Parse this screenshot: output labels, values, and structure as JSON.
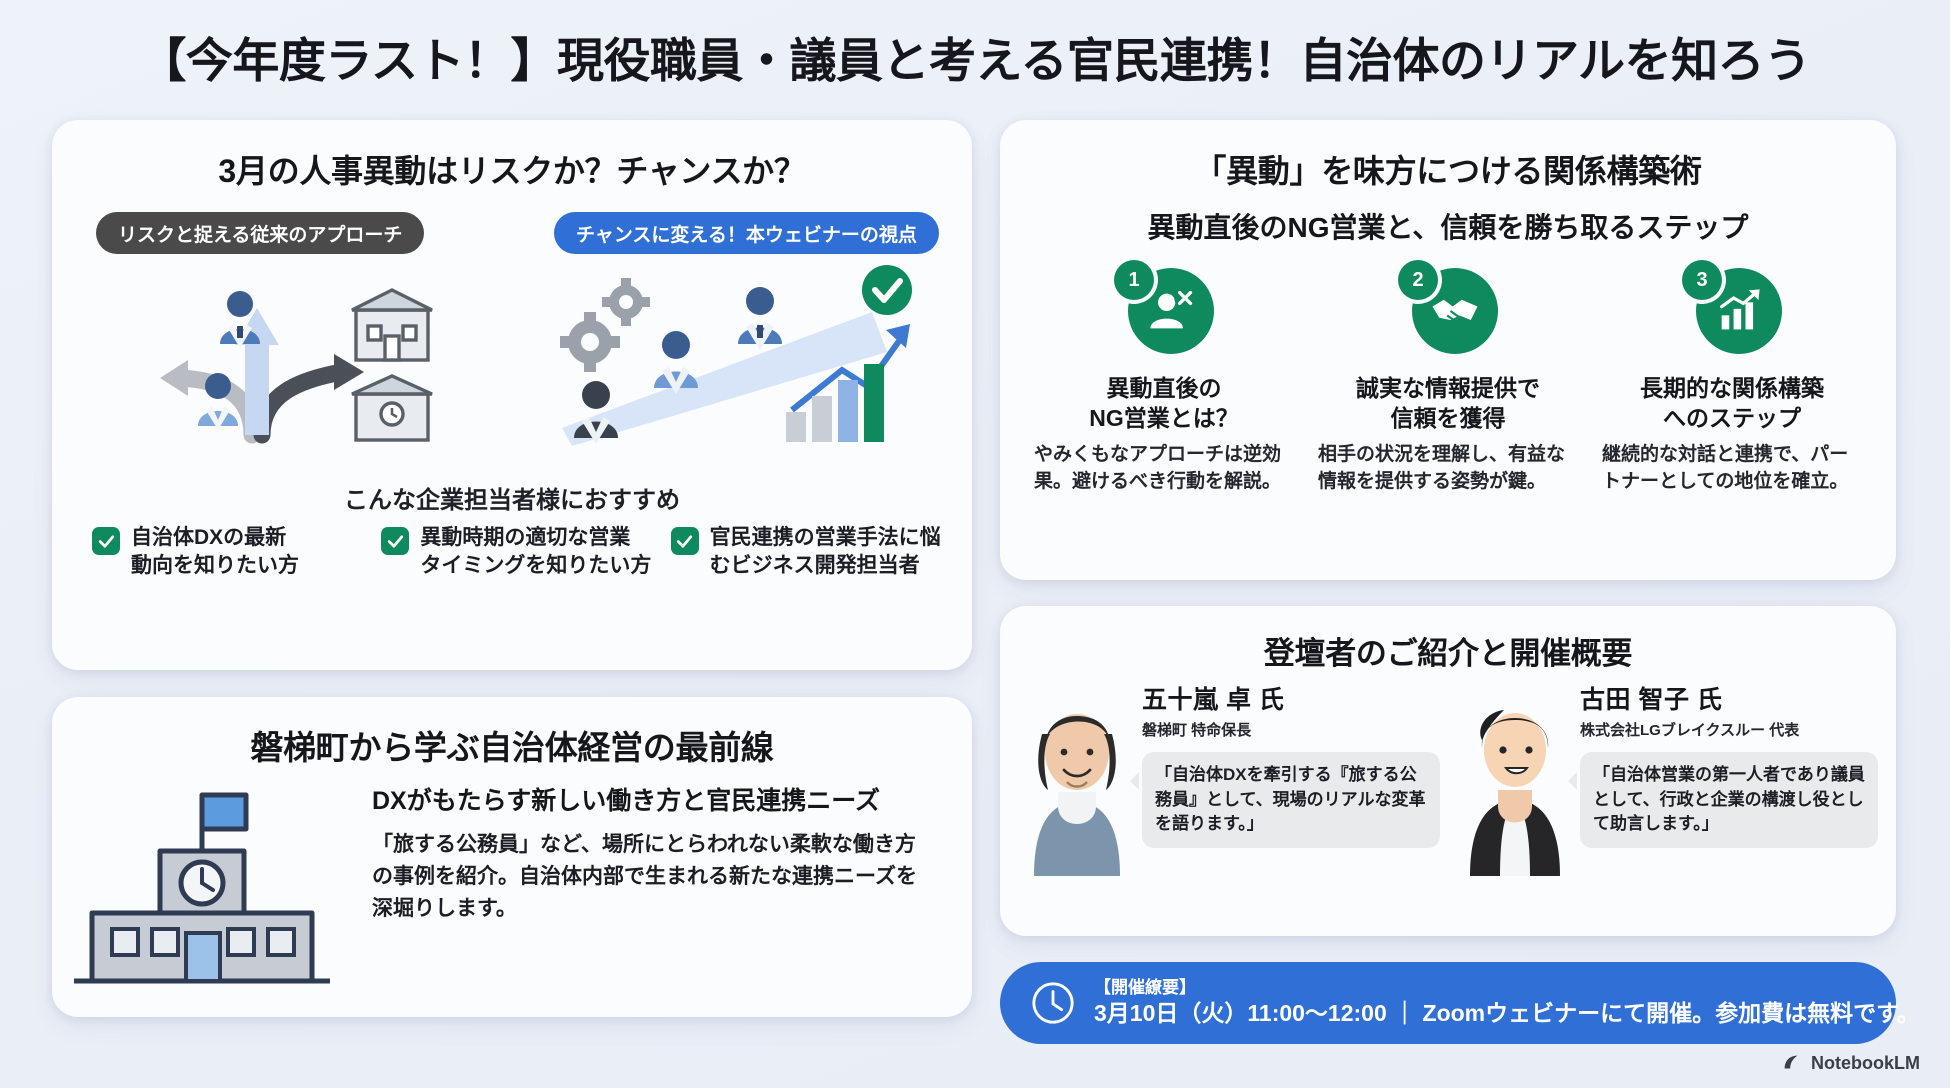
{
  "page": {
    "title": "【今年度ラスト！】現役職員・議員と考える官民連携！自治体のリアルを知ろう",
    "watermark": "NotebookLM",
    "accent_blue": "#2f6fd6",
    "accent_green": "#0f8a5f",
    "bg": "#eef1f8"
  },
  "card_a": {
    "title": "3月の人事異動はリスクか？チャンスか？",
    "pill_risk": "リスクと捉える従来のアプローチ",
    "pill_chance": "チャンスに変える！本ウェビナーの視点",
    "reco_label": "こんな企業担当者様におすすめ",
    "checks": [
      "自治体DXの最新\n動向を知りたい方",
      "異動時期の適切な営業\nタイミングを知りたい方",
      "官民連携の営業手法に悩\nむビジネス開発担当者"
    ]
  },
  "card_b": {
    "title": "磐梯町から学ぶ自治体経営の最前線",
    "lead": "DXがもたらす新しい働き方と官民連携ニーズ",
    "body": "「旅する公務員」など、場所にとらわれない柔軟な働き方の事例を紹介。自治体内部で生まれる新たな連携ニーズを深堀りします。"
  },
  "card_c": {
    "title": "「異動」を味方につける関係構築術",
    "subtitle": "異動直後のNG営業と、信頼を勝ち取るステップ",
    "steps": [
      {
        "number": "1",
        "icon": "person-x-icon",
        "head": "異動直後の\nNG営業とは？",
        "desc": "やみくもなアプローチは逆効果。避けるべき行動を解説。"
      },
      {
        "number": "2",
        "icon": "handshake-icon",
        "head": "誠実な情報提供で\n信頼を獲得",
        "desc": "相手の状況を理解し、有益な情報を提供する姿勢が鍵。"
      },
      {
        "number": "3",
        "icon": "growth-chart-icon",
        "head": "長期的な関係構築\nへのステップ",
        "desc": "継続的な対話と連携で、パートナーとしての地位を確立。"
      }
    ]
  },
  "card_d": {
    "title": "登壇者のご紹介と開催概要",
    "speakers": [
      {
        "name": "五十嵐 卓 氏",
        "role": "磐梯町 特命保長",
        "quote": "「自治体DXを牽引する『旅する公務員』として、現場のリアルな変革を語ります。」"
      },
      {
        "name": "古田 智子 氏",
        "role": "株式会社LGブレイクスルー 代表",
        "quote": "「自治体営業の第一人者であり議員として、行政と企業の構渡し役として助言します。」"
      }
    ]
  },
  "event_bar": {
    "icon": "clock-icon",
    "label": "【開催繚要】",
    "detail": "3月10日（火）11:00〜12:00 ｜ Zoomウェビナーにて開催。参加費は無料です。"
  }
}
